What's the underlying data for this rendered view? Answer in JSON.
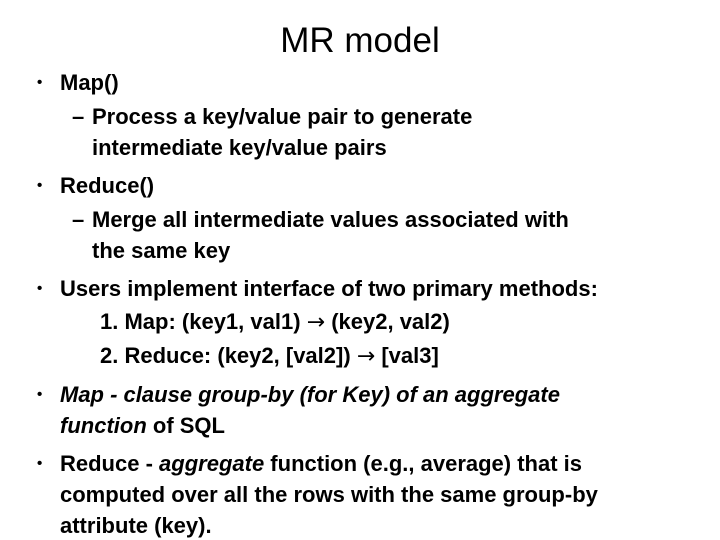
{
  "slide": {
    "title": "MR model",
    "background": "#ffffff",
    "text_color": "#000000",
    "lines": [
      {
        "kind": "b1",
        "marker": "•",
        "runs": [
          {
            "t": "Map()"
          }
        ]
      },
      {
        "kind": "b2",
        "marker": "–",
        "runs": [
          {
            "t": "Process a key/value pair to generate"
          }
        ]
      },
      {
        "kind": "b2c",
        "runs": [
          {
            "t": "intermediate key/value pairs"
          }
        ]
      },
      {
        "kind": "b1",
        "marker": "•",
        "runs": [
          {
            "t": "Reduce()"
          }
        ]
      },
      {
        "kind": "b2",
        "marker": "–",
        "runs": [
          {
            "t": "Merge all intermediate values associated with"
          }
        ]
      },
      {
        "kind": "b2c",
        "runs": [
          {
            "t": "the same key"
          }
        ]
      },
      {
        "kind": "b1",
        "marker": "•",
        "runs": [
          {
            "t": "Users implement interface of two primary methods:"
          }
        ]
      },
      {
        "kind": "num",
        "runs": [
          {
            "t": "1. Map: (key1, val1) "
          },
          {
            "t": "→",
            "style": "arrow"
          },
          {
            "t": " (key2, val2)"
          }
        ]
      },
      {
        "kind": "num",
        "runs": [
          {
            "t": "2. Reduce: (key2, [val2]) "
          },
          {
            "t": "→",
            "style": "arrow"
          },
          {
            "t": " [val3]"
          }
        ]
      },
      {
        "kind": "b1",
        "marker": "•",
        "runs": [
          {
            "t": "Map - clause group-by (for Key) of an aggregate",
            "style": "italic"
          }
        ]
      },
      {
        "kind": "b1c",
        "runs": [
          {
            "t": "function",
            "style": "italic"
          },
          {
            "t": " of SQL"
          }
        ]
      },
      {
        "kind": "b1",
        "marker": "•",
        "runs": [
          {
            "t": "Reduce - "
          },
          {
            "t": "aggregate",
            "style": "italic"
          },
          {
            "t": " function (e.g., average) that is"
          }
        ]
      },
      {
        "kind": "b1c",
        "runs": [
          {
            "t": "computed over all the rows with the same group-by"
          }
        ]
      },
      {
        "kind": "b1c",
        "runs": [
          {
            "t": "attribute (key)."
          }
        ]
      }
    ]
  }
}
